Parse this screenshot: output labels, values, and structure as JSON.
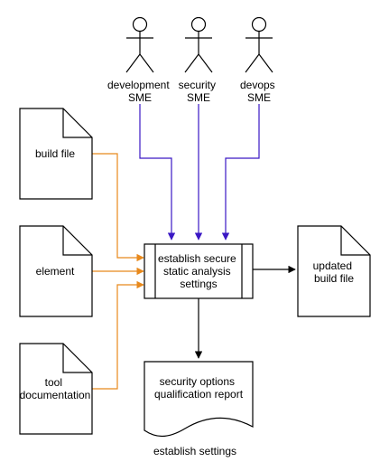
{
  "colors": {
    "sme_line": "#3a17c4",
    "input_line": "#e8891c",
    "output_line": "#000000",
    "shape_stroke": "#000000",
    "shape_fill": "#ffffff"
  },
  "actors": [
    {
      "id": "dev",
      "lines": [
        "development",
        "SME"
      ]
    },
    {
      "id": "sec",
      "lines": [
        "security",
        "SME"
      ]
    },
    {
      "id": "ops",
      "lines": [
        "devops",
        "SME"
      ]
    }
  ],
  "inputs": [
    {
      "id": "build",
      "lines": [
        "build file"
      ]
    },
    {
      "id": "element",
      "lines": [
        "element"
      ]
    },
    {
      "id": "tooldoc",
      "lines": [
        "tool",
        "documentation"
      ]
    }
  ],
  "process": {
    "lines": [
      "establish secure",
      "static analysis",
      "settings"
    ]
  },
  "outputs": {
    "updated_build": {
      "lines": [
        "updated",
        "build file"
      ]
    },
    "report": {
      "lines": [
        "security options",
        "qualification report"
      ]
    }
  },
  "caption": "establish settings"
}
